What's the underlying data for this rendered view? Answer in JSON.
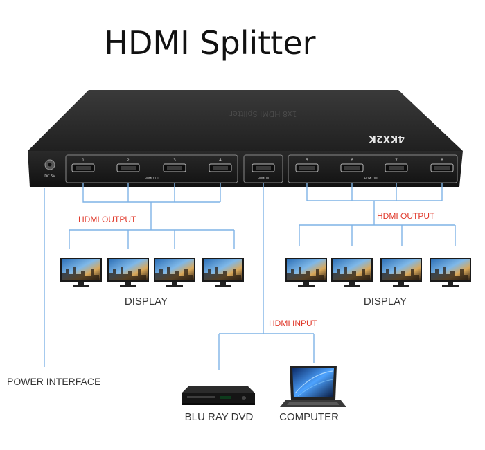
{
  "title": "HDMI Splitter",
  "device": {
    "brand_text": "4KX2K",
    "top_text": "1x8 HDMI Splitter",
    "dc_label": "DC 5V",
    "hdmi_out_label": "HDMI OUT",
    "hdmi_in_label": "HDMI IN",
    "port_numbers": [
      "1",
      "2",
      "3",
      "4",
      "5",
      "6",
      "7",
      "8"
    ]
  },
  "labels": {
    "hdmi_output_left": "HDMI OUTPUT",
    "hdmi_output_right": "HDMI OUTPUT",
    "hdmi_input": "HDMI INPUT",
    "display_left": "DISPLAY",
    "display_right": "DISPLAY",
    "power_interface": "POWER INTERFACE",
    "blu_ray_dvd": "BLU RAY DVD",
    "computer": "COMPUTER"
  },
  "colors": {
    "wire": "#7fb3e6",
    "label_red": "#e0392b",
    "device_body": "#1e1e1e"
  }
}
